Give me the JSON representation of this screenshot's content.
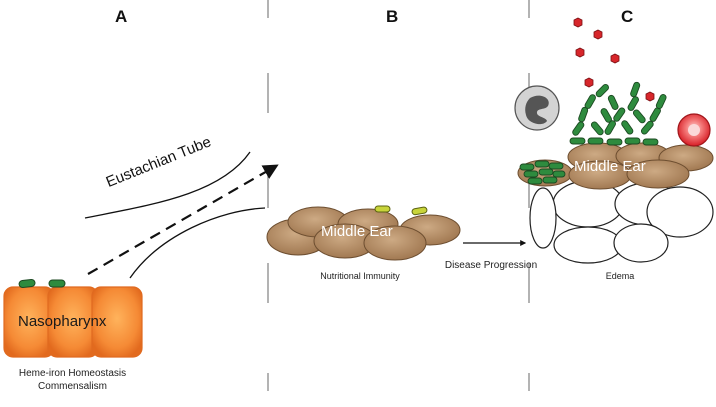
{
  "panels": [
    {
      "letter": "A"
    },
    {
      "letter": "B"
    },
    {
      "letter": "C"
    }
  ],
  "labels": {
    "eustachian_tube": "Eustachian Tube",
    "nasopharynx": "Nasopharynx",
    "middle_ear_b": "Middle Ear",
    "middle_ear_c": "Middle Ear",
    "caption_a_line1": "Heme-iron Homeostasis",
    "caption_a_line2": "Commensalism",
    "caption_b": "Nutritional Immunity",
    "caption_c": "Edema",
    "arrow_label": "Disease Progression"
  },
  "colors": {
    "epithelium_orange": "#F07B2C",
    "cell_brown": "#A98059",
    "bacteria_green": "#2E8B3E",
    "bacteria_yellow": "#C8D43A",
    "heme_red": "#D7262B",
    "rbc_red": "#E3262E",
    "neutrophil_gray": "#BDBDBD",
    "divider_gray": "#999999"
  },
  "icons": {
    "bacterium": "bacterium-icon",
    "heme": "heme-hexagon-icon",
    "neutrophil": "neutrophil-icon",
    "red_blood_cell": "red-blood-cell-icon"
  }
}
